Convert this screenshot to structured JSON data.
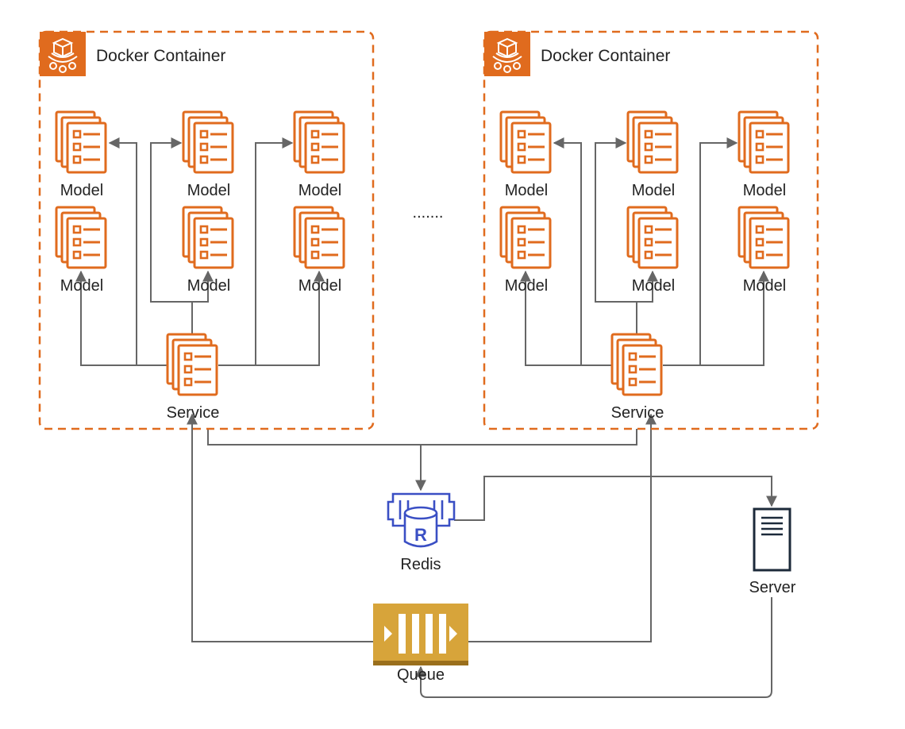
{
  "colors": {
    "aws_orange": "#e06b1e",
    "redis_blue": "#3a4fc4",
    "queue_gold": "#d7a43a",
    "queue_dark": "#9a6f1c",
    "server_navy": "#1c2a3a",
    "connector_gray": "#666666",
    "text": "#232323"
  },
  "containers": [
    {
      "title": "Docker Container",
      "icon": "docker-container-icon",
      "models": [
        "Model",
        "Model",
        "Model",
        "Model",
        "Model",
        "Model"
      ],
      "service": "Service"
    },
    {
      "title": "Docker Container",
      "icon": "docker-container-icon",
      "models": [
        "Model",
        "Model",
        "Model",
        "Model",
        "Model",
        "Model"
      ],
      "service": "Service"
    }
  ],
  "ellipsis": ".......",
  "redis": {
    "label": "Redis",
    "icon": "redis-icon"
  },
  "server": {
    "label": "Server",
    "icon": "server-icon"
  },
  "queue": {
    "label": "Queue",
    "icon": "queue-icon"
  }
}
